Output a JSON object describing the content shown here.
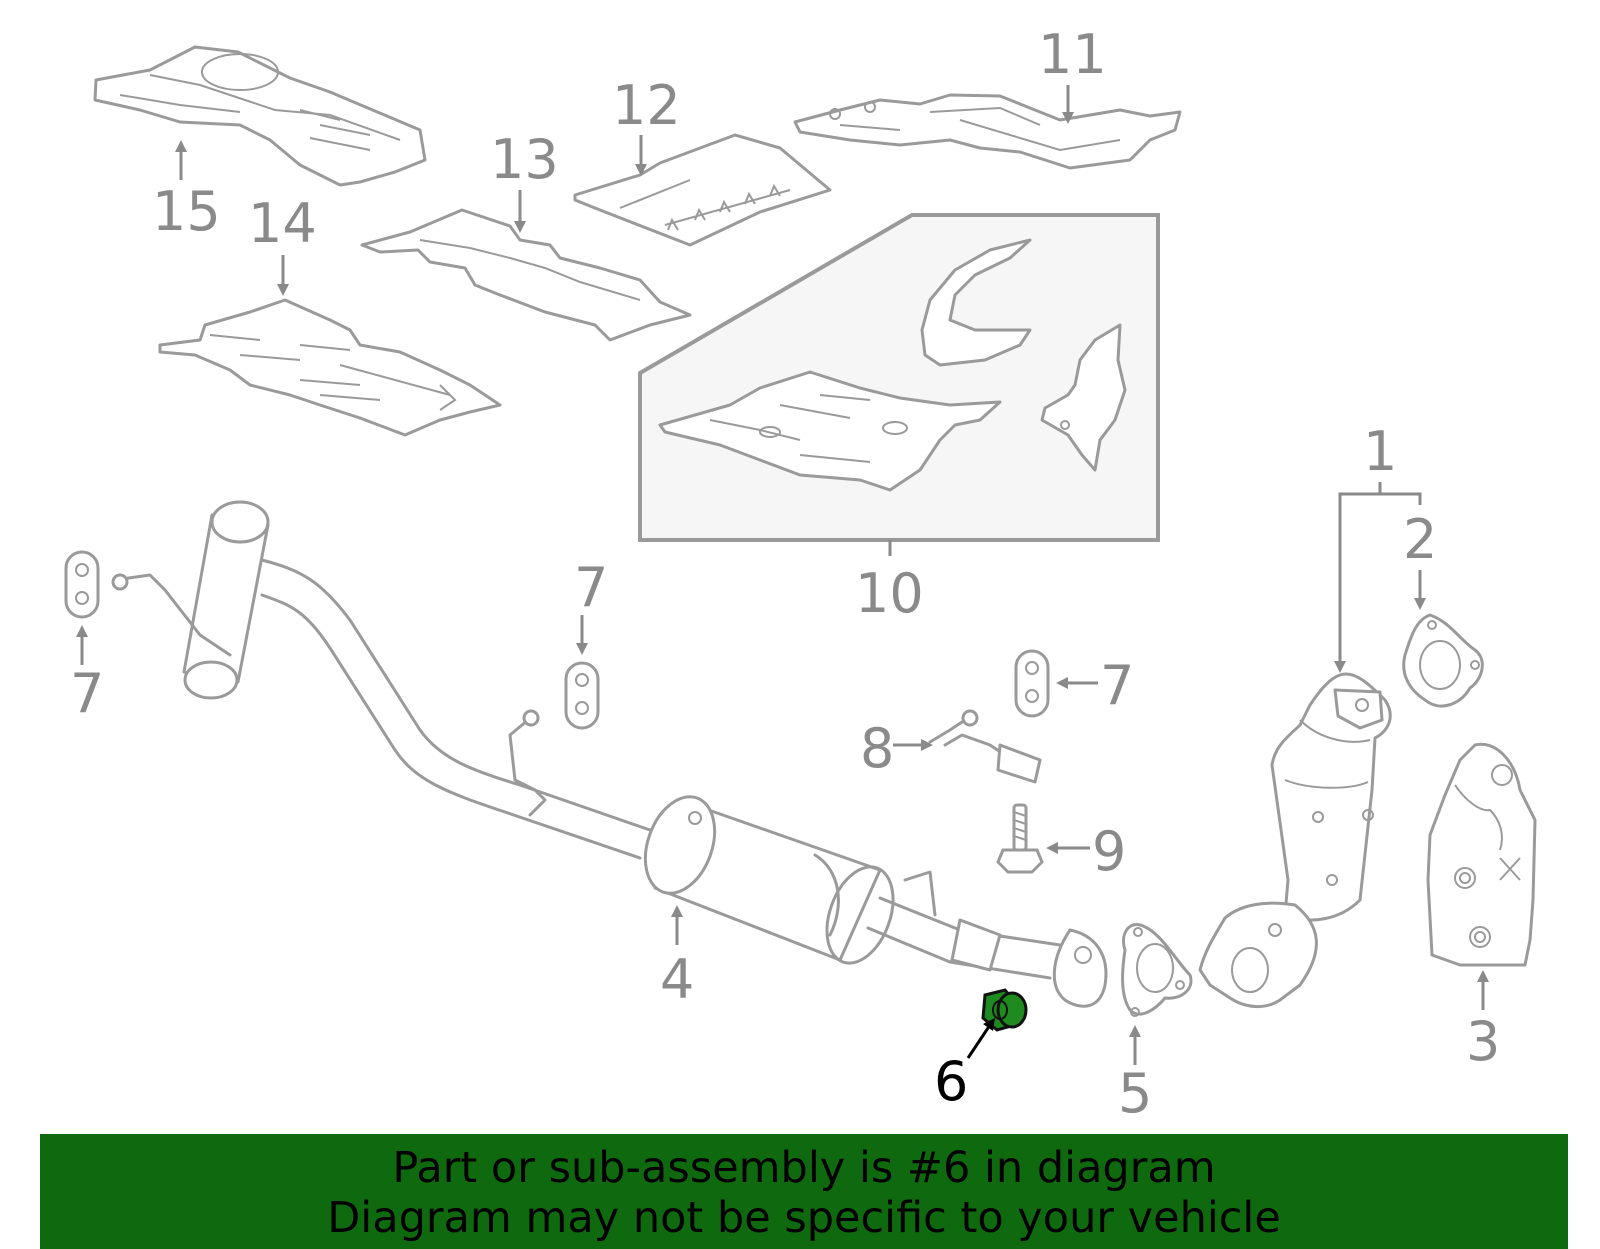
{
  "diagram": {
    "callouts": {
      "c1": "1",
      "c2": "2",
      "c3": "3",
      "c4": "4",
      "c5": "5",
      "c6": "6",
      "c7a": "7",
      "c7b": "7",
      "c7c": "7",
      "c8": "8",
      "c9": "9",
      "c10": "10",
      "c11": "11",
      "c12": "12",
      "c13": "13",
      "c14": "14",
      "c15": "15"
    },
    "highlighted_part": "6",
    "highlight_color": "#1f8a1f",
    "line_color": "#9a9a9a",
    "inset_fill": "#f6f6f6"
  },
  "banner": {
    "line1": "Part or sub-assembly is #6 in diagram",
    "line2": "Diagram may not be specific to your vehicle",
    "background": "#0f6a0f"
  }
}
